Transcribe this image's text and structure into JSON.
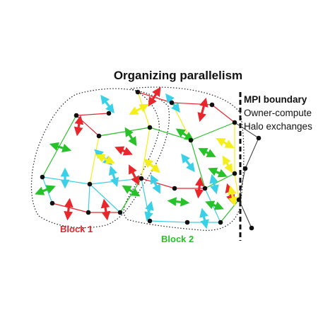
{
  "title": "Organizing parallelism",
  "legend": {
    "mpi_boundary": "MPI boundary",
    "owner_compute": "Owner-compute",
    "halo_exchanges": "Halo exchanges"
  },
  "blocks": [
    {
      "label": "Block 1",
      "color": "#e8262b"
    },
    {
      "label": "Block 2",
      "color": "#27c22a"
    }
  ],
  "colors": {
    "red": "#e8262b",
    "green": "#27c22a",
    "cyan": "#3ad0e8",
    "yellow": "#f4ef1a",
    "node": "#111111",
    "boundary": "#111111"
  }
}
